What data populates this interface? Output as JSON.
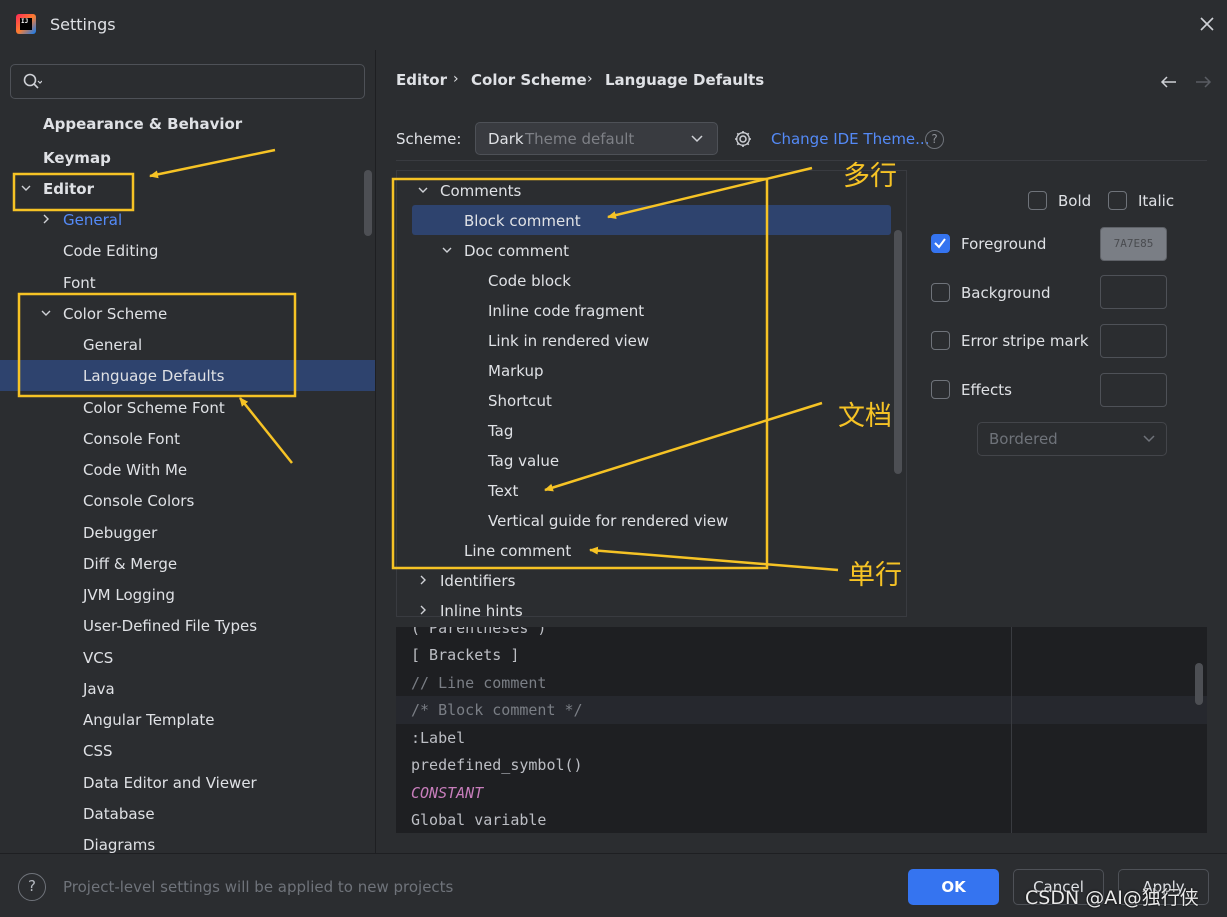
{
  "window": {
    "title": "Settings",
    "logo_text": "IJ"
  },
  "search": {
    "placeholder": ""
  },
  "sidebar": {
    "items": [
      {
        "label": "Appearance & Behavior"
      },
      {
        "label": "Keymap"
      },
      {
        "label": "Editor"
      },
      {
        "label": "General"
      },
      {
        "label": "Code Editing"
      },
      {
        "label": "Font"
      },
      {
        "label": "Color Scheme"
      },
      {
        "label": "General"
      },
      {
        "label": "Language Defaults"
      },
      {
        "label": "Color Scheme Font"
      },
      {
        "label": "Console Font"
      },
      {
        "label": "Code With Me"
      },
      {
        "label": "Console Colors"
      },
      {
        "label": "Debugger"
      },
      {
        "label": "Diff & Merge"
      },
      {
        "label": "JVM Logging"
      },
      {
        "label": "User-Defined File Types"
      },
      {
        "label": "VCS"
      },
      {
        "label": "Java"
      },
      {
        "label": "Angular Template"
      },
      {
        "label": "CSS"
      },
      {
        "label": "Data Editor and Viewer"
      },
      {
        "label": "Database"
      },
      {
        "label": "Diagrams"
      }
    ]
  },
  "breadcrumb": {
    "items": [
      "Editor",
      "Color Scheme",
      "Language Defaults"
    ]
  },
  "scheme": {
    "label": "Scheme:",
    "selected_name": "Dark",
    "selected_sub": "Theme default",
    "change_theme_link": "Change IDE Theme...",
    "help": "?"
  },
  "tree": {
    "items": [
      {
        "label": "Comments"
      },
      {
        "label": "Block comment"
      },
      {
        "label": "Doc comment"
      },
      {
        "label": "Code block"
      },
      {
        "label": "Inline code fragment"
      },
      {
        "label": "Link in rendered view"
      },
      {
        "label": "Markup"
      },
      {
        "label": "Shortcut"
      },
      {
        "label": "Tag"
      },
      {
        "label": "Tag value"
      },
      {
        "label": "Text"
      },
      {
        "label": "Vertical guide for rendered view"
      },
      {
        "label": "Line comment"
      },
      {
        "label": "Identifiers"
      },
      {
        "label": "Inline hints"
      }
    ]
  },
  "attributes": {
    "bold": "Bold",
    "italic": "Italic",
    "foreground": "Foreground",
    "foreground_color": "7A7E85",
    "background": "Background",
    "error_stripe": "Error stripe mark",
    "effects": "Effects",
    "effects_type": "Bordered"
  },
  "preview": {
    "lines": [
      "( Parentheses )",
      "[ Brackets ]",
      "// Line comment",
      "/* Block comment */",
      ":Label",
      "predefined_symbol()",
      "CONSTANT",
      "Global variable"
    ]
  },
  "footer": {
    "help": "?",
    "note": "Project-level settings will be applied to new projects",
    "ok": "OK",
    "cancel": "Cancel",
    "apply": "Apply",
    "watermark": "CSDN @AI@独行侠"
  },
  "annotations": {
    "multi_line": "多行",
    "doc": "文档",
    "single_line": "单行"
  },
  "colors": {
    "accent": "#3574f0",
    "selection": "#2e436e",
    "annotation": "#f6c325",
    "link": "#548af7"
  }
}
